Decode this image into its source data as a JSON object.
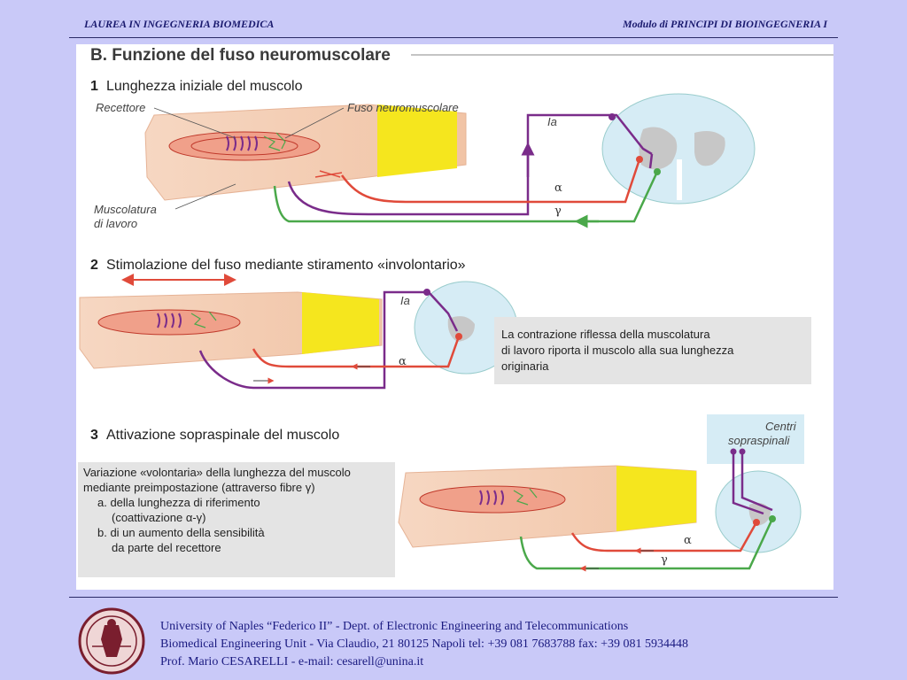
{
  "header": {
    "left": "LAUREA IN INGEGNERIA BIOMEDICA",
    "right": "Modulo di  PRINCIPI DI BIOINGEGNERIA I"
  },
  "figure": {
    "title": "B. Funzione del fuso neuromuscolare",
    "sections": [
      {
        "num": "1",
        "title": "Lunghezza iniziale del muscolo"
      },
      {
        "num": "2",
        "title": "Stimolazione del fuso mediante stiramento «involontario»"
      },
      {
        "num": "3",
        "title": "Attivazione sopraspinale del muscolo"
      }
    ],
    "labels": {
      "recettore": "Recettore",
      "fuso": "Fuso neuromuscolare",
      "muscolatura_1": "Muscolatura",
      "muscolatura_2": "di lavoro",
      "ia": "Ia",
      "alpha": "α",
      "gamma": "γ",
      "centri_1": "Centri",
      "centri_2": "sopraspinali"
    },
    "box2": [
      "La contrazione riflessa della muscolatura",
      "di lavoro riporta il muscolo alla sua lunghezza",
      "originaria"
    ],
    "text3": [
      "Variazione «volontaria» della lunghezza del muscolo",
      "mediante preimpostazione (attraverso fibre γ)",
      "a. della lunghezza di riferimento",
      "(coattivazione α-γ)",
      "b. di un aumento della sensibilità",
      "da parte del recettore"
    ]
  },
  "footer": {
    "line1": "University of Naples “Federico II” - Dept. of Electronic Engineering and Telecommunications",
    "line2": "Biomedical Engineering Unit - Via Claudio, 21  80125 Napoli  tel: +39 081 7683788   fax: +39 081 5934448",
    "line3": "Prof. Mario CESARELLI - e-mail: cesarell@unina.it"
  },
  "colors": {
    "background": "#c9c9f8",
    "afferent_ia": "#7a2c8a",
    "alpha_motor": "#e04a3a",
    "gamma_motor": "#4aa84a",
    "tendon": "#f5e61e",
    "muscle": "#f3c9ae",
    "spinal_cord": "#d6ecf5"
  }
}
